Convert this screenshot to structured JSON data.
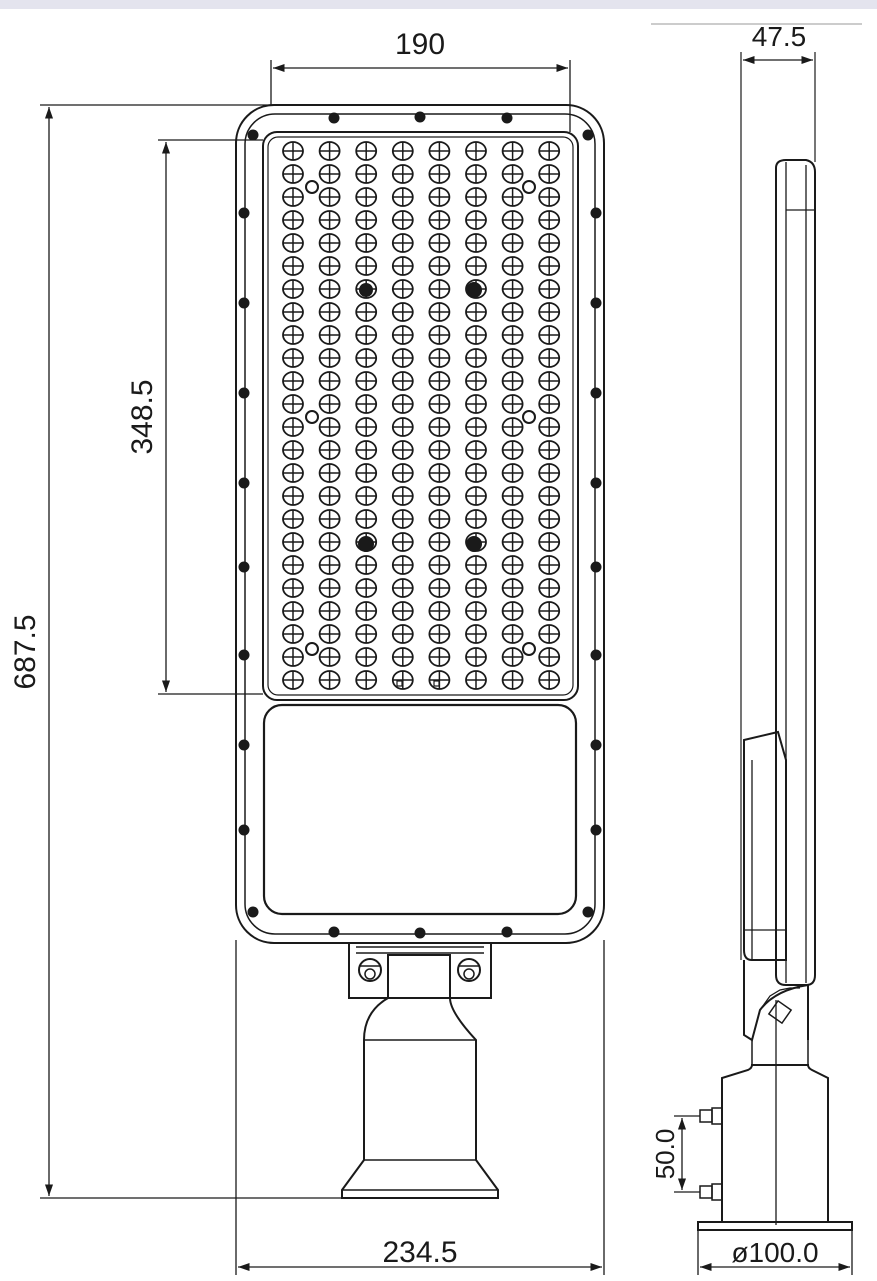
{
  "drawing": {
    "front_view": {
      "dimensions": {
        "width_top": "190",
        "height_total": "687.5",
        "height_led_panel": "348.5",
        "width_bottom": "234.5"
      },
      "led_grid": {
        "columns": 8,
        "rows": 24
      }
    },
    "side_view": {
      "dimensions": {
        "thickness_top": "47.5",
        "bolt_spacing": "50.0",
        "pole_diameter": "ø100.0"
      }
    },
    "colors": {
      "line": "#1a1a1a",
      "background": "#ffffff",
      "top_bar": "#e4e4ee"
    }
  }
}
